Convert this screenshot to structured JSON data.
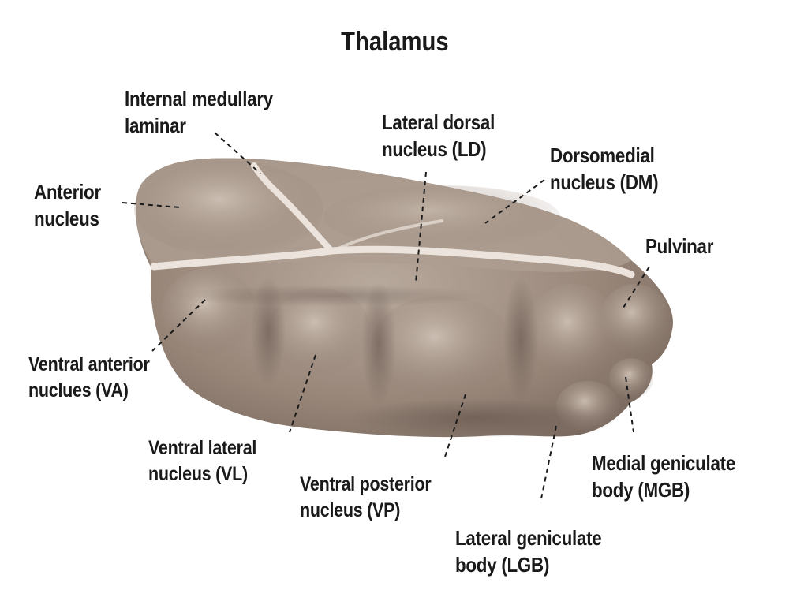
{
  "title": "Thalamus",
  "colors": {
    "body": "#8f7e73",
    "body_light": "#b6a79b",
    "body_dark": "#6b5b52",
    "lamina": "#ece4dc",
    "leader": "#1a1a1a"
  },
  "labels": {
    "internal_medullary": [
      "Internal medullary",
      "laminar"
    ],
    "lateral_dorsal": [
      "Lateral dorsal",
      "nucleus (LD)"
    ],
    "dorsomedial": [
      "Dorsomedial",
      "nucleus (DM)"
    ],
    "anterior": [
      "Anterior",
      "nucleus"
    ],
    "pulvinar": [
      "Pulvinar"
    ],
    "ventral_anterior": [
      "Ventral anterior",
      "nuclues (VA)"
    ],
    "ventral_lateral": [
      "Ventral lateral",
      "nucleus (VL)"
    ],
    "ventral_posterior": [
      "Ventral posterior",
      "nucleus (VP)"
    ],
    "medial_geniculate": [
      "Medial geniculate",
      "body (MGB)"
    ],
    "lateral_geniculate": [
      "Lateral geniculate",
      "body (LGB)"
    ]
  }
}
